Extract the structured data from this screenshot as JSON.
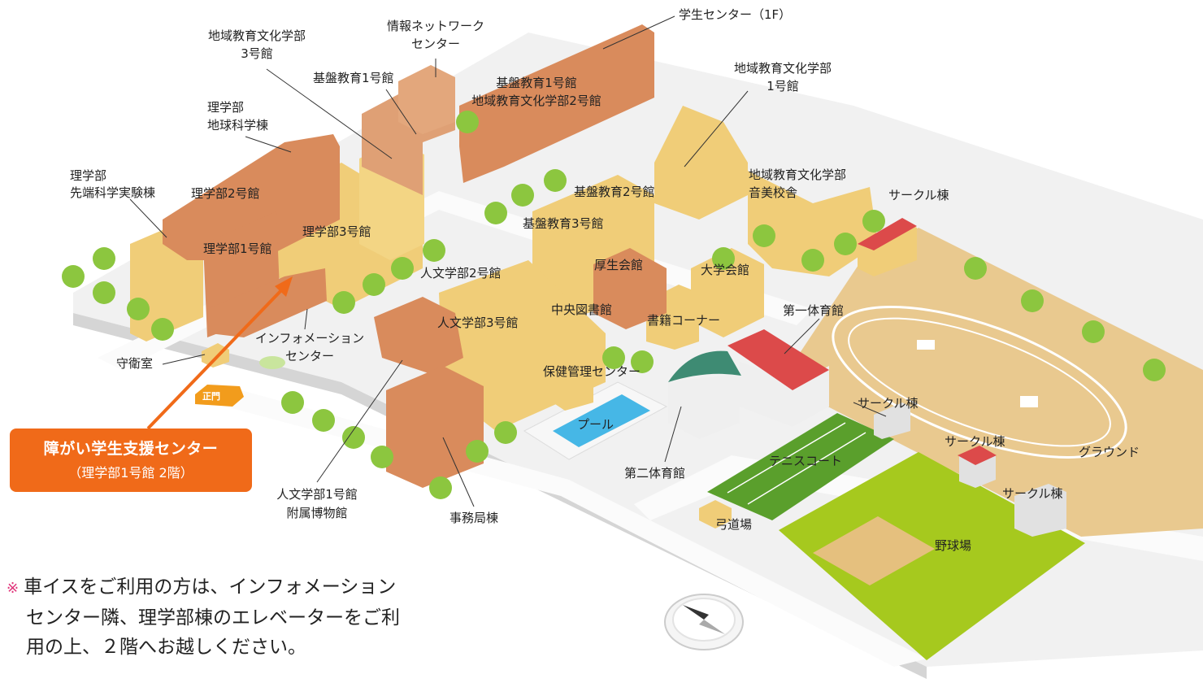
{
  "labels": {
    "gakusei_center": "学生センター（1F）",
    "joho_network_1": "情報ネットワーク",
    "joho_network_2": "センター",
    "chiiki3_1": "地域教育文化学部",
    "chiiki3_2": "3号館",
    "kiban1_left": "基盤教育1号館",
    "kiban1_right_1": "基盤教育1号館",
    "kiban1_right_2": "地域教育文化学部2号館",
    "chiiki1_1": "地域教育文化学部",
    "chiiki1_2": "1号館",
    "rigaku_chikyu_1": "理学部",
    "rigaku_chikyu_2": "地球科学棟",
    "rigaku_sentan_1": "理学部",
    "rigaku_sentan_2": "先端科学実験棟",
    "rigaku2": "理学部2号館",
    "rigaku3": "理学部3号館",
    "rigaku1": "理学部1号館",
    "kiban2": "基盤教育2号館",
    "kiban3": "基盤教育3号館",
    "chiiki_ongaku_1": "地域教育文化学部",
    "chiiki_ongaku_2": "音美校舎",
    "circle1": "サークル棟",
    "jinbun2": "人文学部2号館",
    "kosei": "厚生会館",
    "daigaku_kaikan": "大学会館",
    "chuo_tosho": "中央図書館",
    "shoseki": "書籍コーナー",
    "dai1_taiiku": "第一体育館",
    "info_center_1": "インフォメーション",
    "info_center_2": "センター",
    "shueishitsu": "守衛室",
    "jinbun3": "人文学部3号館",
    "hoken": "保健管理センター",
    "circle2": "サークル棟",
    "pool": "プール",
    "circle3": "サークル棟",
    "ground": "グラウンド",
    "tennis": "テニスコート",
    "dai2_taiiku": "第二体育館",
    "circle4": "サークル棟",
    "jinbun1_1": "人文学部1号館",
    "jinbun1_2": "附属博物館",
    "jimukyoku": "事務局棟",
    "kyudo": "弓道場",
    "yakyu": "野球場",
    "seimon": "正門"
  },
  "callout": {
    "title": "障がい学生支援センター",
    "sub": "（理学部1号館 2階）"
  },
  "note": {
    "mark": "※",
    "line1": "車イスをご利用の方は、インフォメーション",
    "line2": "センター隣、理学部棟のエレベーターをご利",
    "line3": "用の上、２階へお越しください。"
  },
  "colors": {
    "accent": "#f06a19",
    "ground": "#e9c98f",
    "field": "#a6c91e",
    "court": "#5a9f2c",
    "building_light": "#f0cd78",
    "building_dark": "#d98b5c",
    "roof_red": "#dc4a4a",
    "tree": "#8cc63f"
  }
}
